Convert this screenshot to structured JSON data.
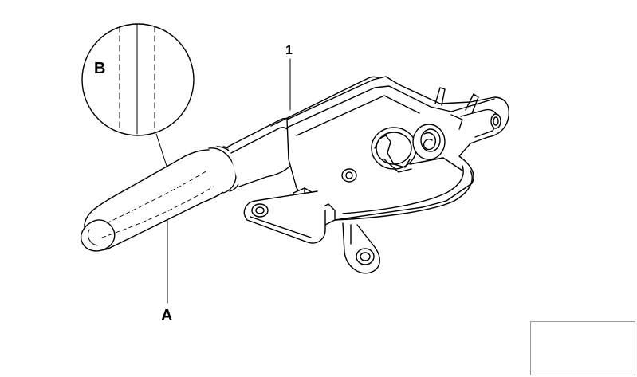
{
  "callouts": {
    "part_number": "1",
    "detail_a": "A",
    "detail_b": "B"
  },
  "icons": {
    "main_drawing": "handbrake-lever-assembly-icon",
    "detail_view": "grip-seam-detail-icon",
    "thumbnail": "car-location-thumbnail-icon"
  },
  "colors": {
    "line": "#000000",
    "background": "#ffffff"
  }
}
